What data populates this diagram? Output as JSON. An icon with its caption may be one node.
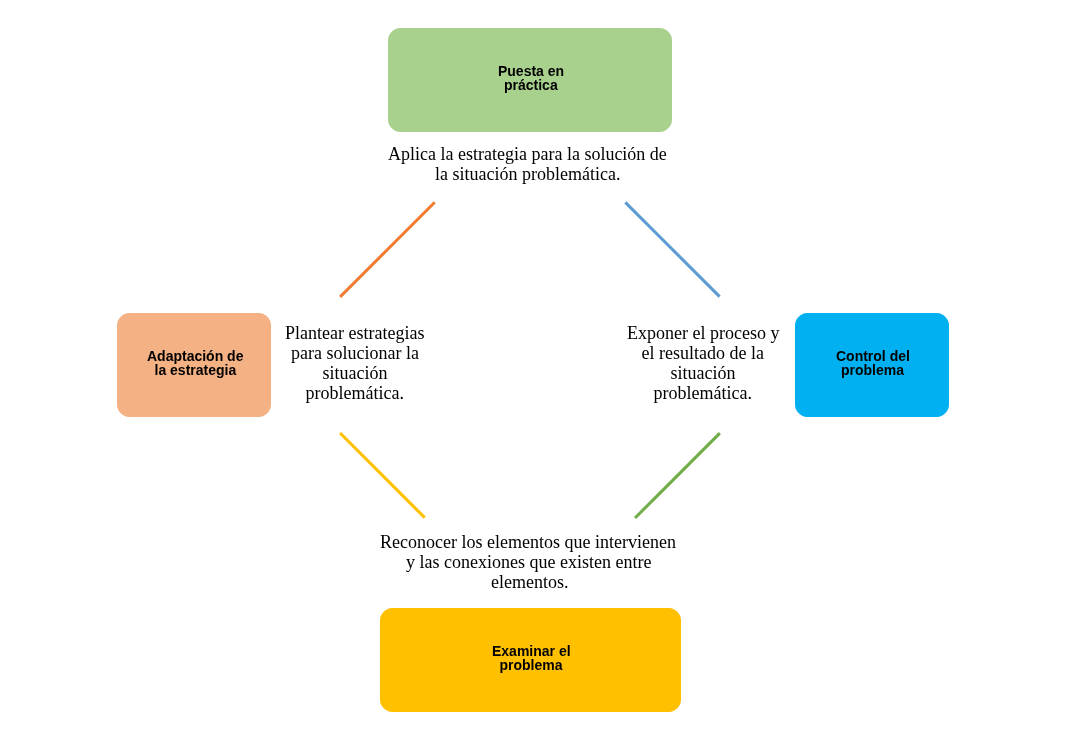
{
  "diagram": {
    "nodes": [
      {
        "text": [
          "Examinar el problema"
        ],
        "beside": [
          "Reconocer los elementos que intervienen y las conexiones que existen entre elementos."
        ]
      },
      {
        "text": [
          "Adaptación de la estrategia"
        ],
        "beside": [
          "Plantear estrategias para solucionar la situación problemática."
        ]
      },
      {
        "text": [
          "Puesta en práctica"
        ],
        "beside": [
          "Aplica la estrategia para la solución de la situación problemática."
        ]
      },
      {
        "text": [
          "Control del problema"
        ],
        "beside": [
          "Exponer el proceso y el resultado de la situación problemática."
        ]
      }
    ],
    "edges": [
      {
        "from": 0,
        "to": 1,
        "arrow": "none",
        "color": "#ffc000"
      },
      {
        "from": 1,
        "to": 2,
        "arrow": "none",
        "color": "#ed7d31"
      },
      {
        "from": 2,
        "to": 3,
        "arrow": "none",
        "color": "#5b9bd5"
      },
      {
        "from": 3,
        "to": 0,
        "arrow": "none",
        "color": "#70ad47"
      }
    ]
  }
}
